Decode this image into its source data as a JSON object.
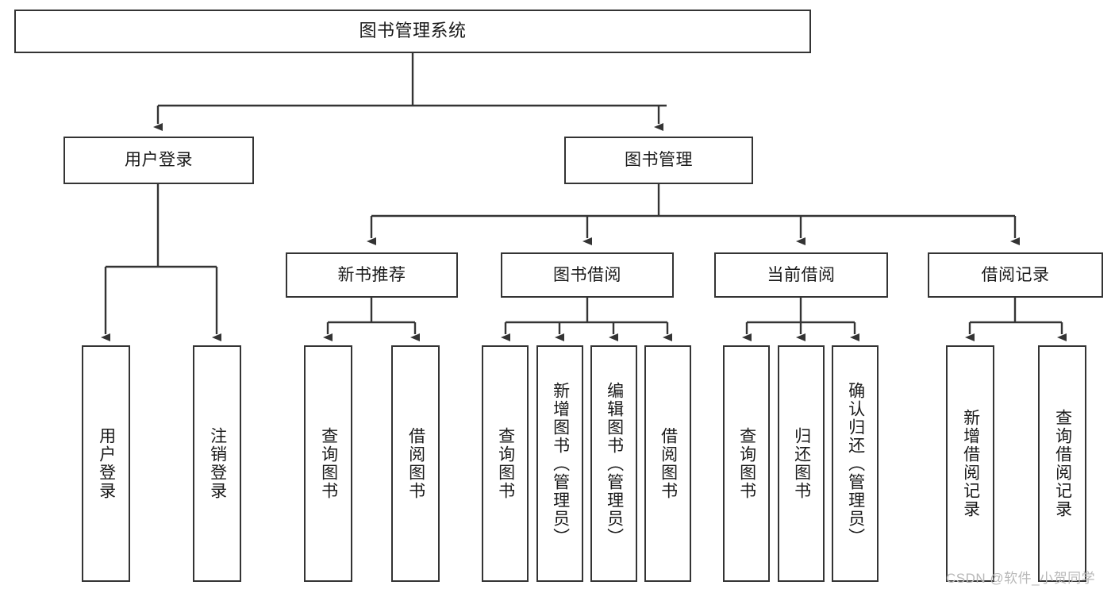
{
  "diagram": {
    "title_node": {
      "label": "图书管理系统"
    },
    "level2": [
      {
        "id": "user-login",
        "label": "用户登录"
      },
      {
        "id": "book-manage",
        "label": "图书管理"
      }
    ],
    "level3": [
      {
        "id": "new-book-recommend",
        "label": "新书推荐"
      },
      {
        "id": "book-borrow",
        "label": "图书借阅"
      },
      {
        "id": "current-borrow",
        "label": "当前借阅"
      },
      {
        "id": "borrow-record",
        "label": "借阅记录"
      }
    ],
    "leaves": {
      "user_login": [
        {
          "id": "leaf-user-login",
          "label": "用户登录"
        },
        {
          "id": "leaf-logout-login",
          "label": "注销登录"
        }
      ],
      "new_book_recommend": [
        {
          "id": "leaf-query-book-1",
          "label": "查询图书"
        },
        {
          "id": "leaf-borrow-book-1",
          "label": "借阅图书"
        }
      ],
      "book_borrow": [
        {
          "id": "leaf-query-book-2",
          "label": "查询图书"
        },
        {
          "id": "leaf-add-book",
          "label": "新增图书（管理员）"
        },
        {
          "id": "leaf-edit-book",
          "label": "编辑图书（管理员）"
        },
        {
          "id": "leaf-borrow-book-2",
          "label": "借阅图书"
        }
      ],
      "current_borrow": [
        {
          "id": "leaf-query-book-3",
          "label": "查询图书"
        },
        {
          "id": "leaf-return-book",
          "label": "归还图书"
        },
        {
          "id": "leaf-confirm-return",
          "label": "确认归还（管理员）"
        }
      ],
      "borrow_record": [
        {
          "id": "leaf-add-record",
          "label": "新增借阅记录"
        },
        {
          "id": "leaf-query-record",
          "label": "查询借阅记录"
        }
      ]
    },
    "watermark": {
      "text": "CSDN @软件_小贺同学"
    },
    "colors": {
      "stroke": "#343434",
      "fill": "#ffffff",
      "text": "#1a1a1a",
      "watermark": "#b8b8b8"
    }
  }
}
